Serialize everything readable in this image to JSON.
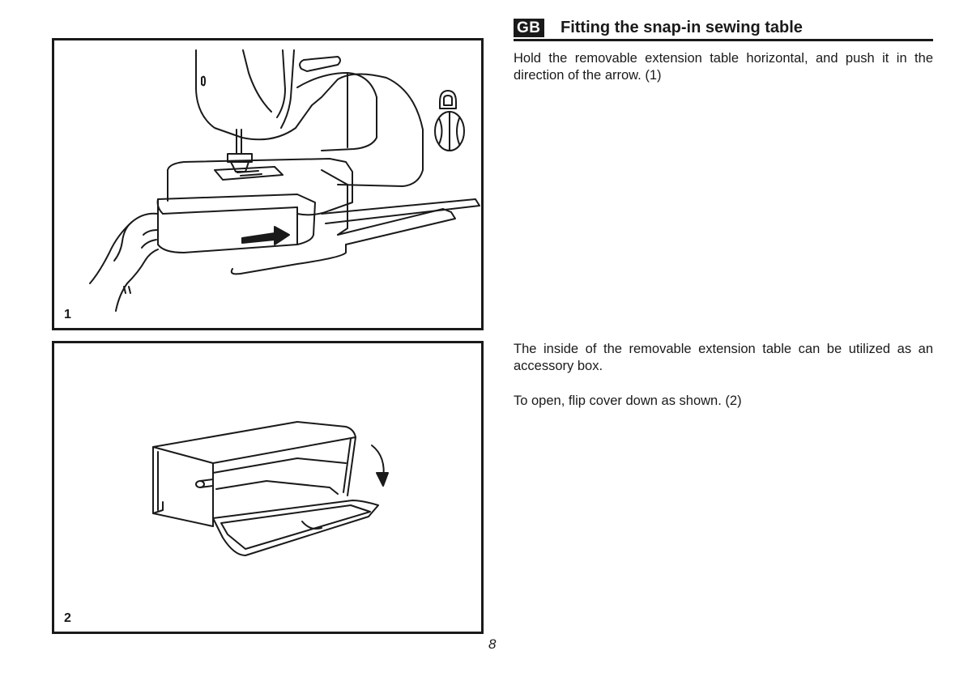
{
  "section": {
    "lang_code": "GB",
    "title": "Fitting the snap-in sewing table"
  },
  "paragraphs": [
    "Hold the removable extension table horizontal, and push it in the direction of the arrow. (1)",
    "The inside of the removable extension table can be utilized as an accessory box.",
    "To open, flip cover down as shown. (2)"
  ],
  "figures": [
    {
      "number": "1"
    },
    {
      "number": "2"
    }
  ],
  "page_number": "8"
}
